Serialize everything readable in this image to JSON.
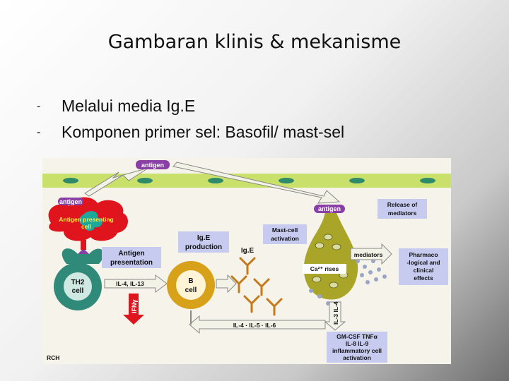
{
  "slide": {
    "title": "Gambaran klinis & mekanisme",
    "bullets": [
      {
        "marker": "-",
        "text": "Melalui media Ig.E"
      },
      {
        "marker": "-",
        "text": "Komponen primer sel: Basofil/ mast-sel"
      }
    ]
  },
  "figure": {
    "antigen_top": "antigen",
    "antigen_left": "antigen",
    "apc_line1": "Antigen presenting",
    "apc_line2": "cell",
    "antigen_presentation_line1": "Antigen",
    "antigen_presentation_line2": "presentation",
    "th2_line1": "TH2",
    "th2_line2": "cell",
    "il4_il13": "IL-4, IL-13",
    "ifn": "IFNγ",
    "ige_production_line1": "Ig.E",
    "ige_production_line2": "production",
    "ige_label": "Ig.E",
    "b_cell_line1": "B",
    "b_cell_line2": "cell",
    "mast_cell_activation_line1": "Mast-cell",
    "mast_cell_activation_line2": "activation",
    "antigen_mast": "antigen",
    "release_line1": "Release of",
    "release_line2": "mediators",
    "mediators": "mediators",
    "ca_rises": "Ca²⁺ rises",
    "pharma_line1": "Pharmaco",
    "pharma_line2": "-logical and",
    "pharma_line3": "clinical",
    "pharma_line4": "effects",
    "il3_il4": "IL-3 IL-4",
    "il_feedback": "IL-4 · IL-5 · IL-6",
    "gm_line1": "GM-CSF TNFα",
    "gm_line2": "IL-8 IL-9",
    "gm_line3": "inflammatory cell",
    "gm_line4": "activation",
    "credit": "RCH",
    "colors": {
      "membrane": "#c9e06a",
      "th2": "#2f8a7a",
      "apc": "#e0141c",
      "b_cell": "#d7a21a",
      "mast_cell": "#a9a528",
      "label_box": "#c7cbf0",
      "antigen_pill": "#8a3fa6"
    }
  }
}
